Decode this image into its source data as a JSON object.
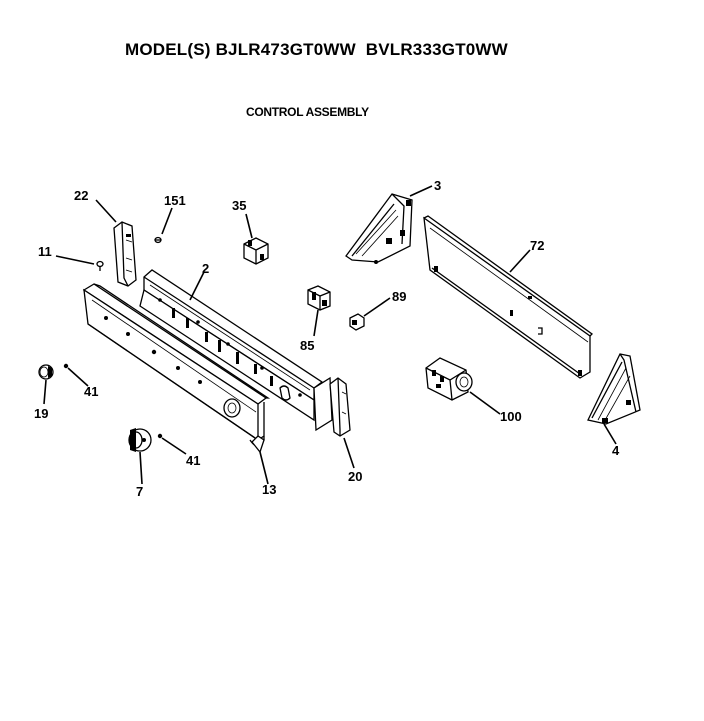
{
  "header": {
    "title": "MODEL(S) BJLR473GT0WW  BVLR333GT0WW",
    "subtitle": "CONTROL ASSEMBLY"
  },
  "callouts": {
    "p2": "2",
    "p3": "3",
    "p4": "4",
    "p7": "7",
    "p11": "11",
    "p13": "13",
    "p19": "19",
    "p20": "20",
    "p22": "22",
    "p35": "35",
    "p41a": "41",
    "p41b": "41",
    "p72": "72",
    "p85": "85",
    "p89": "89",
    "p100": "100",
    "p151": "151"
  }
}
